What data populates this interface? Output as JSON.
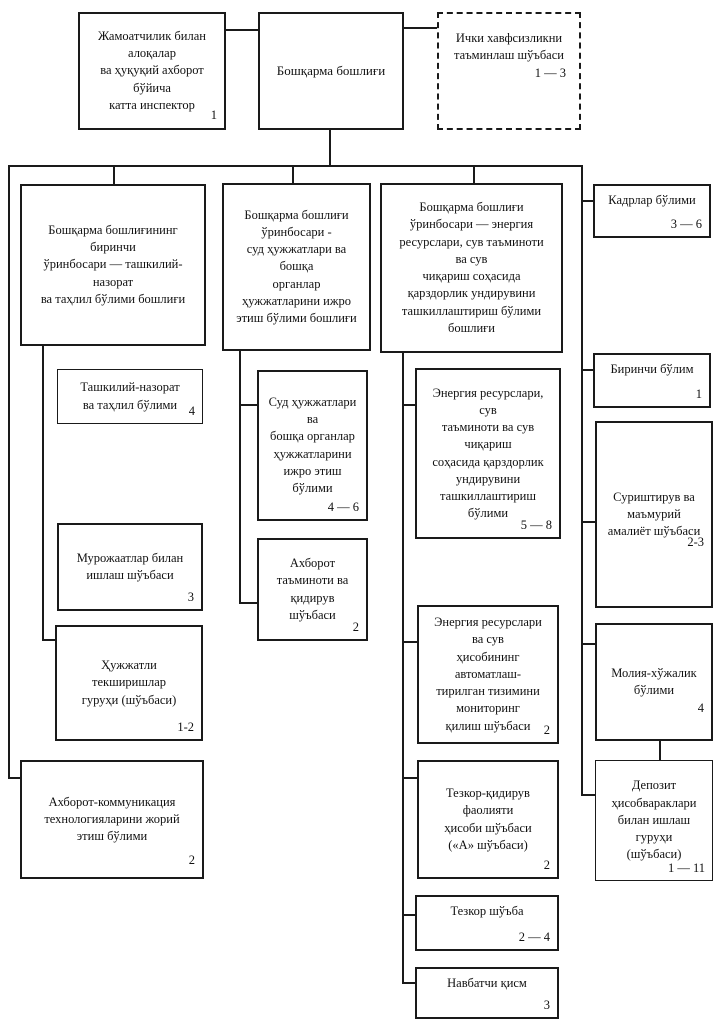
{
  "diagram": {
    "type": "org-chart",
    "language": "uz-cyrillic",
    "nodes": {
      "inspector": {
        "text": "Жамоатчилик билан\nалоқалар\nва ҳуқуқий ахборот\nбўйича\nкатта инспектор",
        "count": "1"
      },
      "head": {
        "text": "Бошқарма бошлиғи",
        "count": ""
      },
      "internal_security": {
        "text": "Ички хавфсизликни\nтаъминлаш шўъбаси",
        "count": "1 — 3"
      },
      "first_deputy": {
        "text": "Бошқарма бошлиғининг\nбиринчи\nўринбосари — ташкилий-\nназорат\nва таҳлил бўлими бошлиғи",
        "count": ""
      },
      "deputy_court": {
        "text": "Бошқарма бошлиғи\nўринбосари -\nсуд ҳужжатлари ва\nбошқа\nорганлар\nҳужжатларини ижро\nэтиш бўлими бошлиғи",
        "count": ""
      },
      "deputy_energy": {
        "text": "Бошқарма бошлиғи\nўринбосари — энергия\nресурслари, сув таъминоти\nва сув\nчиқариш соҳасида\nқарздорлик ундирувини\nташкиллаштириш бўлими\nбошлиғи",
        "count": ""
      },
      "hr": {
        "text": "Кадрлар бўлими",
        "count": "3 — 6"
      },
      "first_division": {
        "text": "Биринчи бўлим",
        "count": "1"
      },
      "inquiry": {
        "text": "Суриштирув ва\nмаъмурий\nамалиёт шўъбаси",
        "count": "2-3"
      },
      "finance": {
        "text": "Молия-хўжалик\nбўлими",
        "count": "4"
      },
      "deposit": {
        "text": "Депозит\nҳисобвараклари\nбилан ишлаш\nгуруҳи\n(шўъбаси)",
        "count": "1 — 11"
      },
      "org_control": {
        "text": "Ташкилий-назорат\nва таҳлил бўлими",
        "count": "4"
      },
      "appeals": {
        "text": "Мурожаатлар билан\nишлаш шўъбаси",
        "count": "3"
      },
      "doc_checks": {
        "text": "Ҳужжатли\nтекширишлар\nгуруҳи (шўъбаси)",
        "count": "1-2"
      },
      "ict": {
        "text": "Ахборот-коммуникация\nтехнологияларини жорий\nэтиш бўлими",
        "count": "2"
      },
      "court_docs": {
        "text": "Суд ҳужжатлари\nва\nбошқа органлар\nҳужжатларини\nижро этиш\nбўлими",
        "count": "4 — 6"
      },
      "info_search": {
        "text": "Ахборот\nтаъминоти ва\nқидирув\nшўъбаси",
        "count": "2"
      },
      "energy_dept": {
        "text": "Энергия ресурслари,\nсув\nтаъминоти ва сув\nчиқариш\nсоҳасида қарздорлик\nундирувини\nташкиллаштириш\nбўлими",
        "count": "5 — 8"
      },
      "monitoring": {
        "text": "Энергия ресурслари\nва сув\nҳисобининг\nавтоматлаш-\nтирилган тизимини\nмониторинг\nқилиш шўъбаси",
        "count": "2"
      },
      "operative_acc": {
        "text": "Тезкор-қидирув\nфаолияти\nҳисоби шўъбаси\n(«А» шўъбаси)",
        "count": "2"
      },
      "operative": {
        "text": "Тезкор шўъба",
        "count": "2 — 4"
      },
      "duty": {
        "text": "Навбатчи қисм",
        "count": "3"
      }
    }
  }
}
